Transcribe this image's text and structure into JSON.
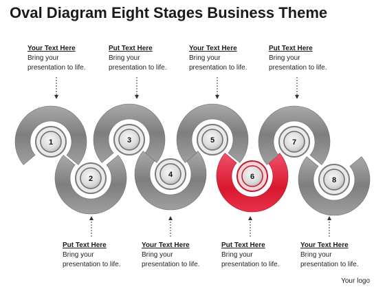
{
  "title": "Oval Diagram Eight Stages Business Theme",
  "top_labels": [
    {
      "heading": "Your Text Here",
      "text": "Bring your presentation to life."
    },
    {
      "heading": "Put Text Here",
      "text": "Bring your presentation to life."
    },
    {
      "heading": "Your Text Here",
      "text": "Bring your presentation to life."
    },
    {
      "heading": "Put Text Here",
      "text": "Bring your presentation to life."
    }
  ],
  "bottom_labels": [
    {
      "heading": "Put Text Here",
      "text": "Bring your presentation to life."
    },
    {
      "heading": "Your Text Here",
      "text": "Bring your presentation to life."
    },
    {
      "heading": "Put Text Here",
      "text": "Bring your presentation to life."
    },
    {
      "heading": "Your Text Here",
      "text": "Bring your presentation to life."
    }
  ],
  "stages": [
    "1",
    "2",
    "3",
    "4",
    "5",
    "6",
    "7",
    "8"
  ],
  "highlight_stage": "6",
  "colors": {
    "ring_gray": "#8f8f8f",
    "ring_gray_light": "#bdbdbd",
    "highlight": "#e0263a",
    "inner_fill": "#e4e4e4"
  },
  "footer_logo": "Your logo"
}
